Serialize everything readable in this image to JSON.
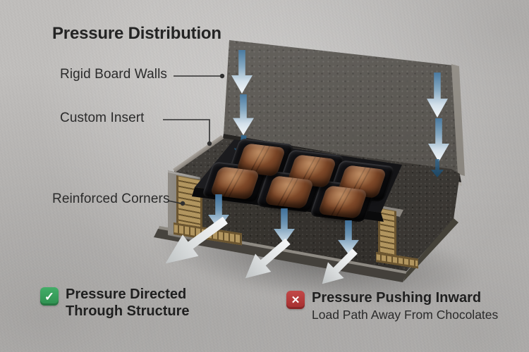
{
  "title": "Pressure Distribution",
  "callouts": [
    {
      "label": "Rigid Board Walls"
    },
    {
      "label": "Custom Insert"
    },
    {
      "label": "Reinforced Corners"
    }
  ],
  "legend": {
    "directed": {
      "icon_glyph": "✓",
      "line1": "Pressure Directed",
      "line2": "Through Structure"
    },
    "inward": {
      "icon_glyph": "✕",
      "line1": "Pressure Pushing Inward",
      "line2": "Load Path Away From Chocolates"
    }
  },
  "illustration": {
    "subject": "open chocolate box with lid",
    "chocolate_count": 6
  },
  "colors": {
    "pressure_arrow_blue": "#4a7aa0",
    "load_path_arrow_white": "#e9eced",
    "check_green": "#2e8f4f",
    "cross_red": "#a52f2f",
    "corrugate_tan": "#b1955f"
  }
}
